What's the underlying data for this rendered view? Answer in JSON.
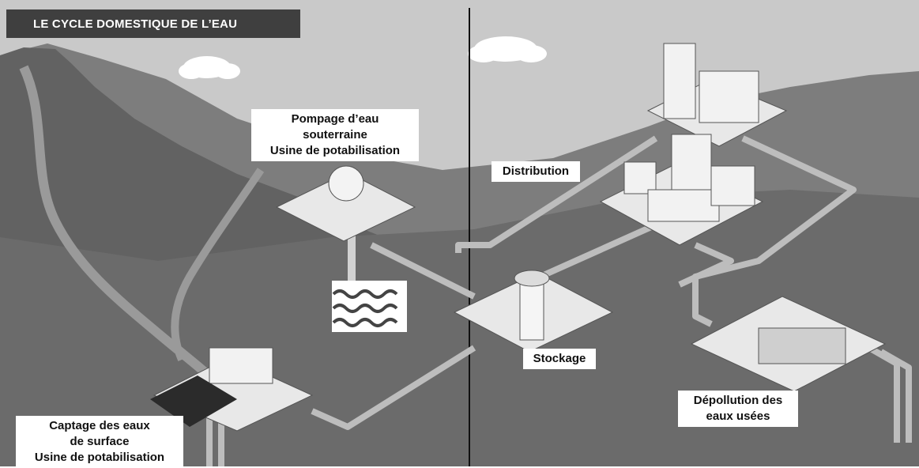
{
  "title": "LE CYCLE DOMESTIQUE DE L’EAU",
  "labels": {
    "pompage": [
      "Pompage d’eau",
      "souterraine",
      "Usine de potabilisation"
    ],
    "distribution": "Distribution",
    "stockage": "Stockage",
    "depollution": [
      "Dépollution des",
      "eaux usées"
    ],
    "captage": [
      "Captage des eaux",
      "de surface",
      "Usine de potabilisation"
    ]
  },
  "colors": {
    "sky": "#c8c8c8",
    "mountain_far": "#7a7a7a",
    "mountain_near": "#5a5a5a",
    "ground": "#6e6e6e",
    "platform": "#e6e6e6",
    "pipe": "#bdbdbd",
    "title_bg": "#3f3f3f"
  }
}
